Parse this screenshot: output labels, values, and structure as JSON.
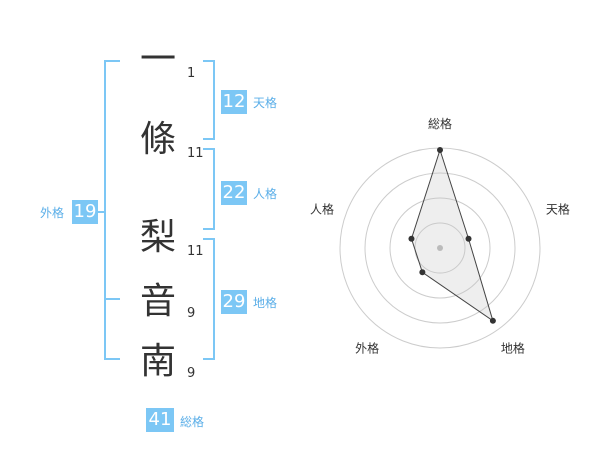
{
  "characters": [
    {
      "char": "一",
      "strokes": "1"
    },
    {
      "char": "條",
      "strokes": "11"
    },
    {
      "char": "梨",
      "strokes": "11"
    },
    {
      "char": "音",
      "strokes": "9"
    },
    {
      "char": "南",
      "strokes": "9"
    }
  ],
  "kakusu": {
    "tenkaku": {
      "value": "12",
      "label": "天格"
    },
    "jinkaku": {
      "value": "22",
      "label": "人格"
    },
    "chikaku": {
      "value": "29",
      "label": "地格"
    },
    "gaikaku": {
      "value": "19",
      "label": "外格"
    },
    "soukaku": {
      "value": "41",
      "label": "総格"
    }
  },
  "colors": {
    "accent": "#7cc7f5",
    "label": "#5aaee8",
    "text": "#333333"
  },
  "chart_data": {
    "type": "radar",
    "axes": [
      "総格",
      "天格",
      "地格",
      "外格",
      "人格"
    ],
    "values": [
      0.98,
      0.3,
      0.9,
      0.3,
      0.3
    ],
    "rings": 4
  }
}
